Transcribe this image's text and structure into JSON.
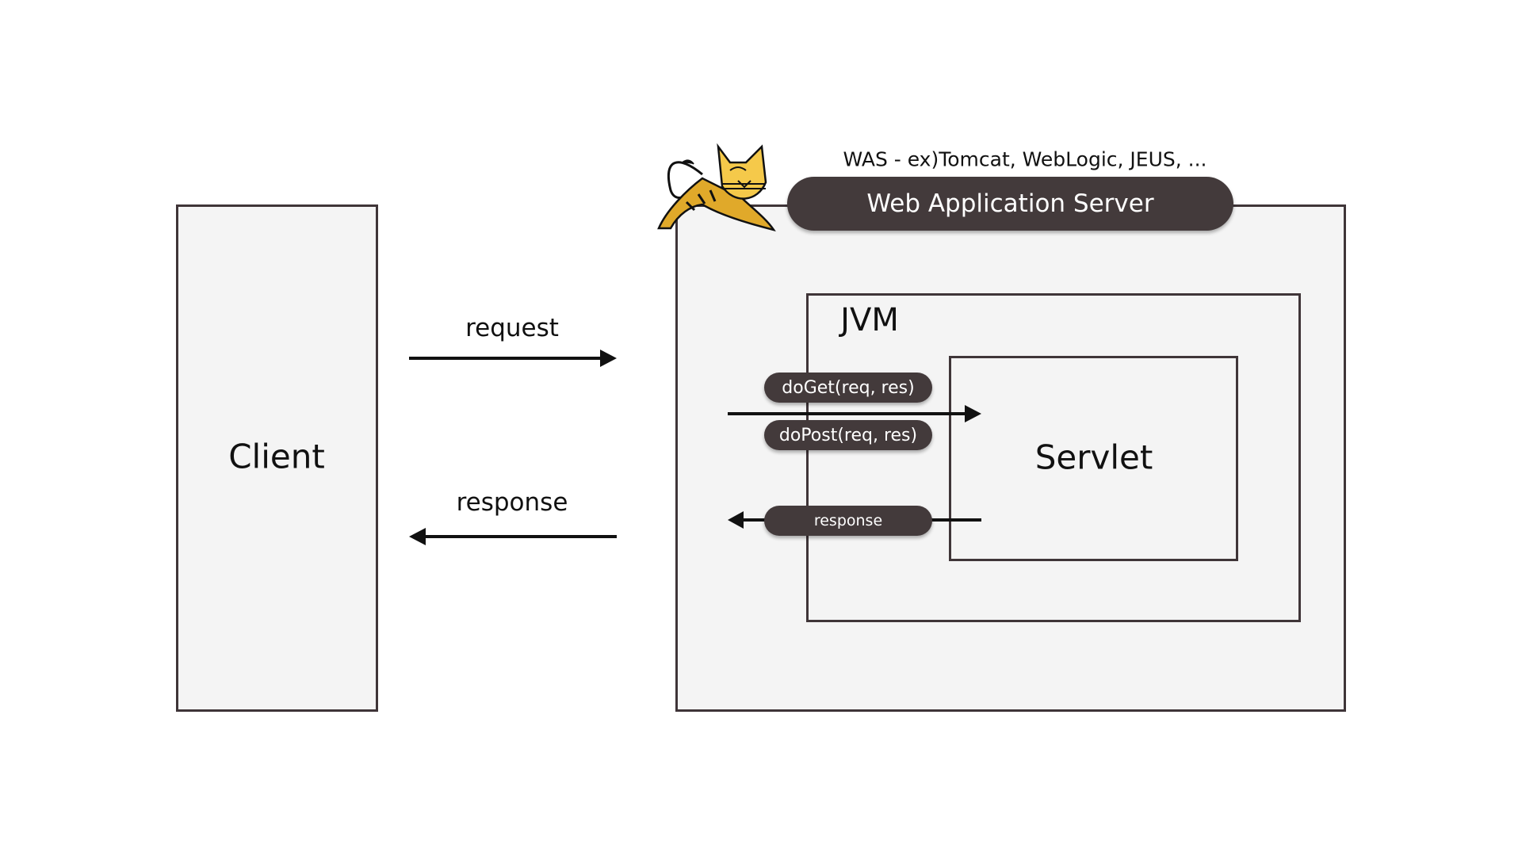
{
  "client": {
    "label": "Client"
  },
  "was": {
    "caption": "WAS - ex)Tomcat, WebLogic, JEUS, ...",
    "title": "Web Application Server",
    "logo": "tomcat-cat-logo"
  },
  "jvm": {
    "label": "JVM"
  },
  "servlet": {
    "label": "Servlet"
  },
  "arrows": {
    "request": "request",
    "response": "response"
  },
  "methods": {
    "doget": "doGet(req, res)",
    "dopost": "doPost(req, res)",
    "response": "response"
  },
  "colors": {
    "dark": "#433a3b",
    "box_fill": "#f4f4f4",
    "border": "#3f3538",
    "cat": "#e0a92a"
  }
}
